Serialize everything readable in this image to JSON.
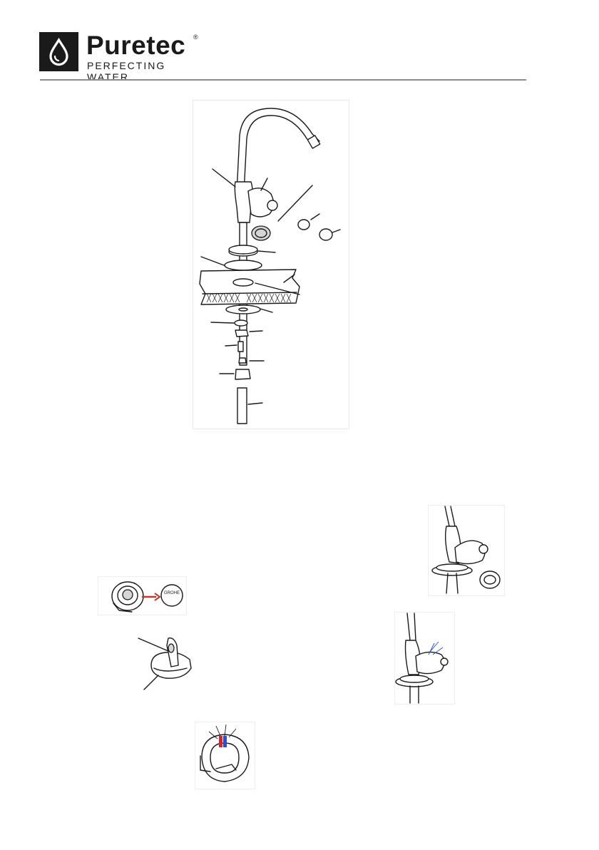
{
  "brand": {
    "name": "Puretec",
    "registered_mark": "®",
    "tagline": "PERFECTING WATER"
  },
  "colors": {
    "text": "#1a1a1a",
    "rule": "#8c8c8c",
    "arrow_red": "#c0392b",
    "detail_blue": "#2c4bd8",
    "detail_red": "#d8232a"
  },
  "figures": [
    {
      "id": "faucet-exploded-diagram",
      "icon": "faucet-exploded-view"
    },
    {
      "id": "remove-handle-cap",
      "icon": "handle-cap-removal"
    },
    {
      "id": "handle-lever-detail",
      "icon": "handle-lever"
    },
    {
      "id": "handle-spring-detail",
      "icon": "handle-spring"
    },
    {
      "id": "faucet-with-nut",
      "icon": "faucet-body-with-nut"
    },
    {
      "id": "faucet-handle-assembled",
      "icon": "faucet-handle-assembly"
    }
  ]
}
